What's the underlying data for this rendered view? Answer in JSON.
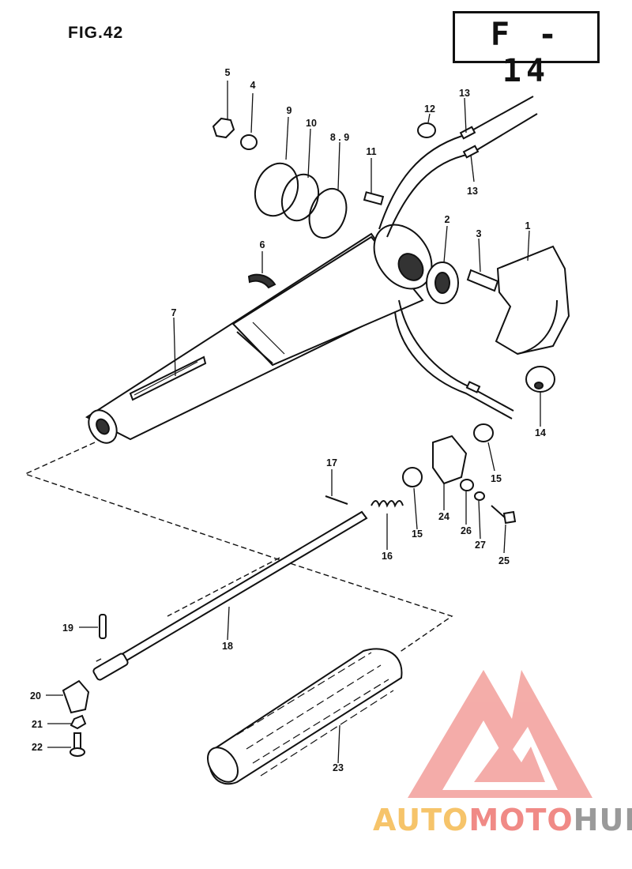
{
  "figure": {
    "label": "FIG.42",
    "code": "F - 14"
  },
  "callouts": {
    "c1": "1",
    "c2": "2",
    "c3": "3",
    "c4": "4",
    "c5": "5",
    "c6": "6",
    "c7": "7",
    "c8_9": "8 . 9",
    "c9": "9",
    "c10": "10",
    "c11": "11",
    "c12": "12",
    "c13a": "13",
    "c13b": "13",
    "c14": "14",
    "c15a": "15",
    "c15b": "15",
    "c16": "16",
    "c17": "17",
    "c18": "18",
    "c19": "19",
    "c20": "20",
    "c21": "21",
    "c22": "22",
    "c23": "23",
    "c24": "24",
    "c25": "25",
    "c26": "26",
    "c27": "27"
  },
  "watermark": {
    "part1": "AUTO",
    "part2": "MOTO",
    "part3": "HUB",
    "colors": {
      "yellow": "#f6c46a",
      "red": "#f08a86",
      "gray": "#9a9a9a"
    }
  }
}
